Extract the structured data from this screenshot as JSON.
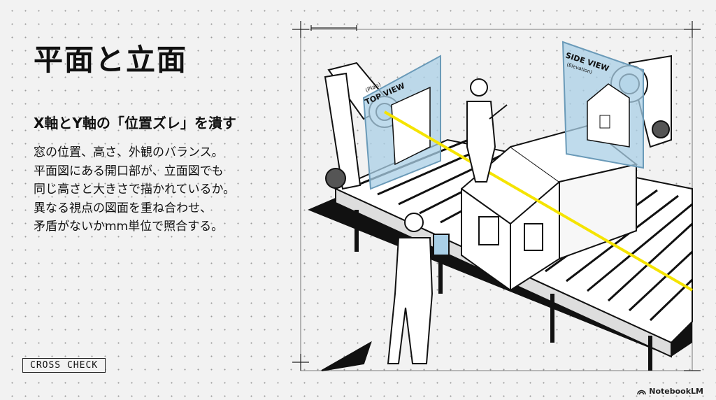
{
  "slide": {
    "title": "平面と立面",
    "subtitle": "X軸とY軸の「位置ズレ」を潰す",
    "body_lines": [
      "窓の位置、高さ、外観のバランス。",
      "平面図にある開口部が、立面図でも",
      "同じ高さと大きさで描かれているか。",
      "異なる視点の図面を重ね合わせ、",
      "矛盾がないかmm単位で照合する。"
    ],
    "tag": "CROSS CHECK"
  },
  "illustration": {
    "top_view_label": "TOP VIEW",
    "top_view_sub": "(Plan)",
    "side_view_label": "SIDE VIEW",
    "side_view_sub": "(Elevation)"
  },
  "brand": {
    "name": "NotebookLM",
    "icon": "notebooklm-logo-icon"
  },
  "colors": {
    "background": "#f2f2f2",
    "laser": "#f5e400",
    "glass": "#a9cfe6",
    "ink": "#111111"
  }
}
